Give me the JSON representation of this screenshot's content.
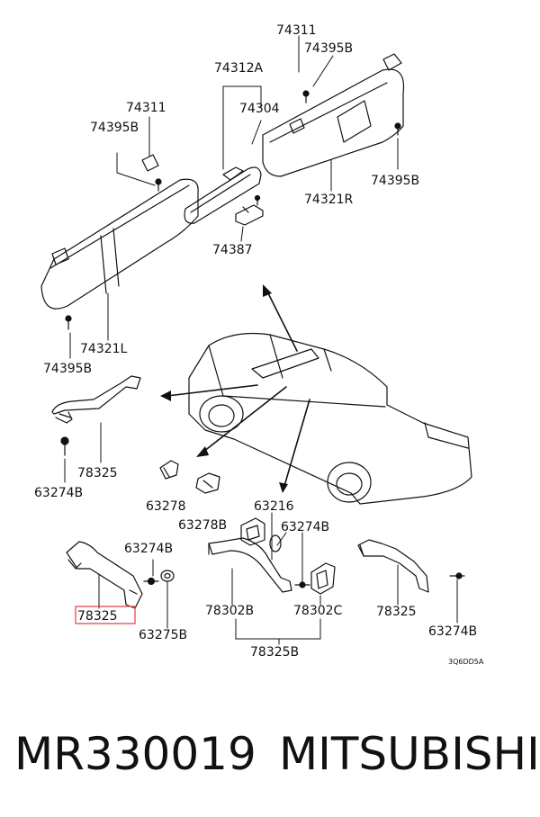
{
  "diagram": {
    "labels": {
      "l_74311_top": "74311",
      "l_74395b_top": "74395B",
      "l_74312a": "74312A",
      "l_74304": "74304",
      "l_74311_left": "74311",
      "l_74395b_left": "74395B",
      "l_74395b_right": "74395B",
      "l_74321r": "74321R",
      "l_74387": "74387",
      "l_74321l": "74321L",
      "l_74395b_bottom": "74395B",
      "l_78325_mid": "78325",
      "l_63274b_mid": "63274B",
      "l_63278": "63278",
      "l_63278b": "63278B",
      "l_63216": "63216",
      "l_63274b_center": "63274B",
      "l_63274b_left": "63274B",
      "l_78325_boxed": "78325",
      "l_63275b": "63275B",
      "l_78302b": "78302B",
      "l_78302c": "78302C",
      "l_78325b": "78325B",
      "l_78325_right": "78325",
      "l_63274b_right": "63274B",
      "code": "3Q6DD5A"
    },
    "highlight_color": "#e04040"
  },
  "footer": {
    "part_number": "MR330019",
    "brand": "MITSUBISHI"
  }
}
